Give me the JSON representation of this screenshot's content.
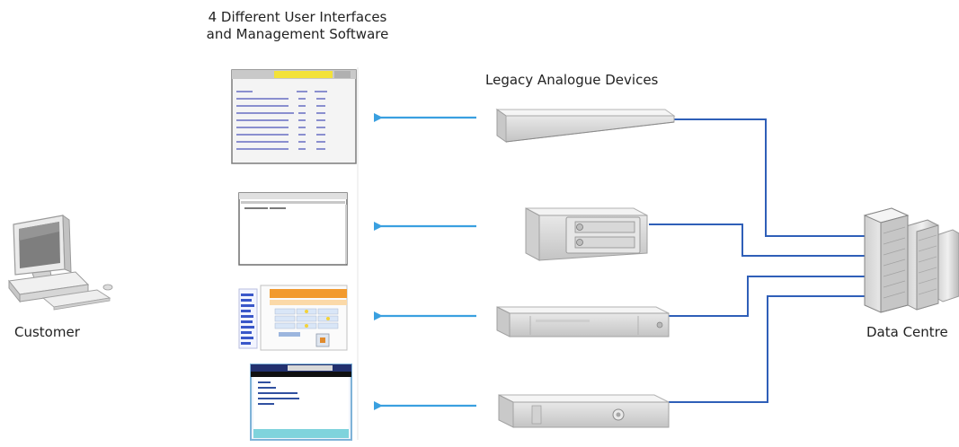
{
  "title": {
    "line1": "4 Different User Interfaces",
    "line2": "and Management Software"
  },
  "labels": {
    "legacy_devices": "Legacy Analogue Devices",
    "customer": "Customer",
    "data_centre": "Data Centre"
  },
  "colors": {
    "arrow": "#3aa0e0",
    "cable": "#2f5fb8",
    "device_body": "#e3e3e3",
    "ui_accent_yellow": "#f3e23a",
    "ui_accent_orange": "#f29a2e",
    "ui_navy": "#22306e"
  },
  "icons": {
    "customer": "desktop-computer-icon",
    "data_centre": "server-racks-icon"
  }
}
